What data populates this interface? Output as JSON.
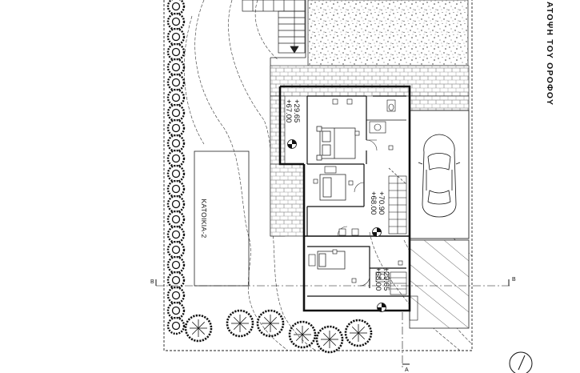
{
  "drawing": {
    "title": "ΑΤΟΨΗ ΤΟΥ ΟΡΟΦΟΥ",
    "building_label": "ΚΑΤΟΙΚΙΑ-2",
    "elevations": [
      {
        "top": "+29.65",
        "bottom": "+67.00"
      },
      {
        "top": "+70.90",
        "bottom": "+68.00"
      },
      {
        "top": "+29.65",
        "bottom": "+68.00"
      }
    ],
    "section_marks": {
      "left": "B",
      "right": "B",
      "bottom": "A"
    }
  }
}
